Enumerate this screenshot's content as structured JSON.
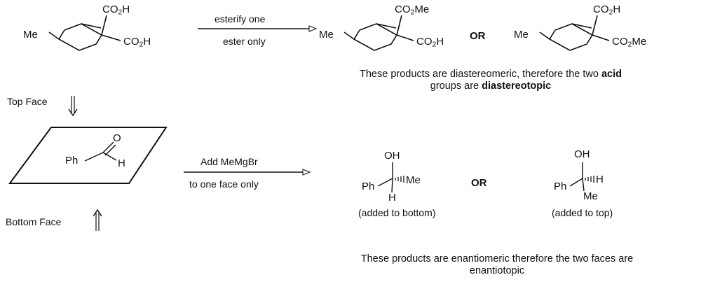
{
  "reaction1": {
    "reactant": {
      "sub_left": "Me",
      "sub_top": "CO2H",
      "sub_right": "CO2H"
    },
    "arrow_top": "esterify one",
    "arrow_bottom": "ester only",
    "product_a": {
      "sub_left": "Me",
      "sub_top": "CO2Me",
      "sub_right": "CO2H"
    },
    "or_label": "OR",
    "product_b": {
      "sub_left": "Me",
      "sub_top": "CO2H",
      "sub_right": "CO2Me"
    },
    "conclusion": {
      "pre": "These products are diastereomeric, therefore the two ",
      "bold1": "acid",
      "line2_pre": "groups are ",
      "bold2": "diastereotopic"
    }
  },
  "reaction2": {
    "top_face": "Top Face",
    "bottom_face": "Bottom Face",
    "aldehyde": {
      "ph": "Ph",
      "o": "O",
      "h": "H"
    },
    "arrow_top": "Add MeMgBr",
    "arrow_bottom": "to one face only",
    "product_a": {
      "oh": "OH",
      "ph": "Ph",
      "me": "Me",
      "h": "H",
      "caption": "(added to bottom)"
    },
    "or_label": "OR",
    "product_b": {
      "oh": "OH",
      "ph": "Ph",
      "h": "H",
      "me": "Me",
      "caption": "(added to top)"
    },
    "conclusion": {
      "line1": "These products are enantiomeric therefore the two faces are",
      "line2": "enantiotopic"
    }
  }
}
